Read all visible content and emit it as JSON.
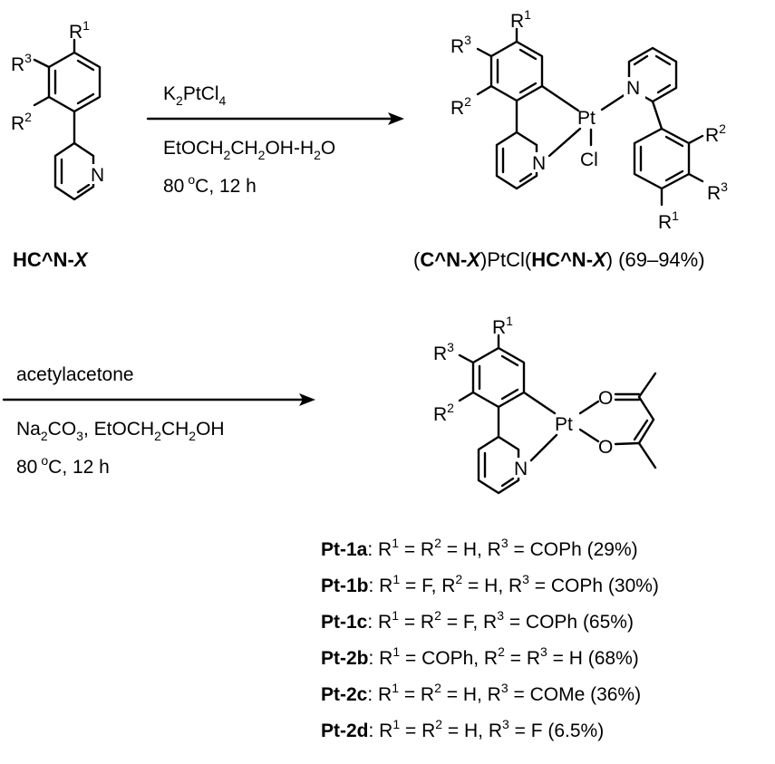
{
  "atoms": {
    "n": "N",
    "pt": "Pt",
    "cl": "Cl",
    "o": "O",
    "r": "R",
    "s1": "1",
    "s2": "2",
    "s3": "3"
  },
  "step1": {
    "reagent_k": "K",
    "reagent_k_sub": "2",
    "reagent_ptcl": "PtCl",
    "reagent_ptcl_sub": "4",
    "solvent_a": "EtOCH",
    "solvent_sub1": "2",
    "solvent_b": "CH",
    "solvent_sub2": "2",
    "solvent_c": "OH-H",
    "solvent_sub3": "2",
    "solvent_d": "O",
    "cond_temp": "80",
    "cond_deg": "o",
    "cond_rest": "C, 12 h"
  },
  "step2": {
    "reagent": "acetylacetone",
    "base_a": "Na",
    "base_sub1": "2",
    "base_b": "CO",
    "base_sub2": "3",
    "base_c": ", EtOCH",
    "base_sub3": "2",
    "base_d": "CH",
    "base_sub4": "2",
    "base_e": "OH",
    "cond_temp": "80",
    "cond_deg": "o",
    "cond_rest": "C, 12 h"
  },
  "labels": {
    "ligand_a": "HC^N-",
    "ligand_x": "X",
    "dimer_open": "(",
    "dimer_cn": "C^N-",
    "dimer_x1": "X",
    "dimer_mid": ")PtCl(",
    "dimer_hcn": "HC^N-",
    "dimer_x2": "X",
    "dimer_close": ") (69–94%)"
  },
  "products": [
    {
      "name": "Pt-1a",
      "segments": [
        {
          "t": ": R"
        },
        {
          "s": "1"
        },
        {
          "t": " = R"
        },
        {
          "s": "2"
        },
        {
          "t": " = H, R"
        },
        {
          "s": "3"
        },
        {
          "t": " = COPh (29%)"
        }
      ]
    },
    {
      "name": "Pt-1b",
      "segments": [
        {
          "t": ": R"
        },
        {
          "s": "1"
        },
        {
          "t": " = F, R"
        },
        {
          "s": "2"
        },
        {
          "t": " = H, R"
        },
        {
          "s": "3"
        },
        {
          "t": " = COPh (30%)"
        }
      ]
    },
    {
      "name": "Pt-1c",
      "segments": [
        {
          "t": ": R"
        },
        {
          "s": "1"
        },
        {
          "t": " = R"
        },
        {
          "s": "2"
        },
        {
          "t": " = F, R"
        },
        {
          "s": "3"
        },
        {
          "t": " = COPh (65%)"
        }
      ]
    },
    {
      "name": "Pt-2b",
      "segments": [
        {
          "t": ": R"
        },
        {
          "s": "1"
        },
        {
          "t": " = COPh, R"
        },
        {
          "s": "2"
        },
        {
          "t": " = R"
        },
        {
          "s": "3"
        },
        {
          "t": " = H  (68%)"
        }
      ]
    },
    {
      "name": "Pt-2c",
      "segments": [
        {
          "t": ": R"
        },
        {
          "s": "1"
        },
        {
          "t": " = R"
        },
        {
          "s": "2"
        },
        {
          "t": " = H, R"
        },
        {
          "s": "3"
        },
        {
          "t": " = COMe  (36%)"
        }
      ]
    },
    {
      "name": "Pt-2d",
      "segments": [
        {
          "t": ": R"
        },
        {
          "s": "1"
        },
        {
          "t": " = R"
        },
        {
          "s": "2"
        },
        {
          "t": " = H, R"
        },
        {
          "s": "3"
        },
        {
          "t": " = F  (6.5%)"
        }
      ]
    }
  ]
}
